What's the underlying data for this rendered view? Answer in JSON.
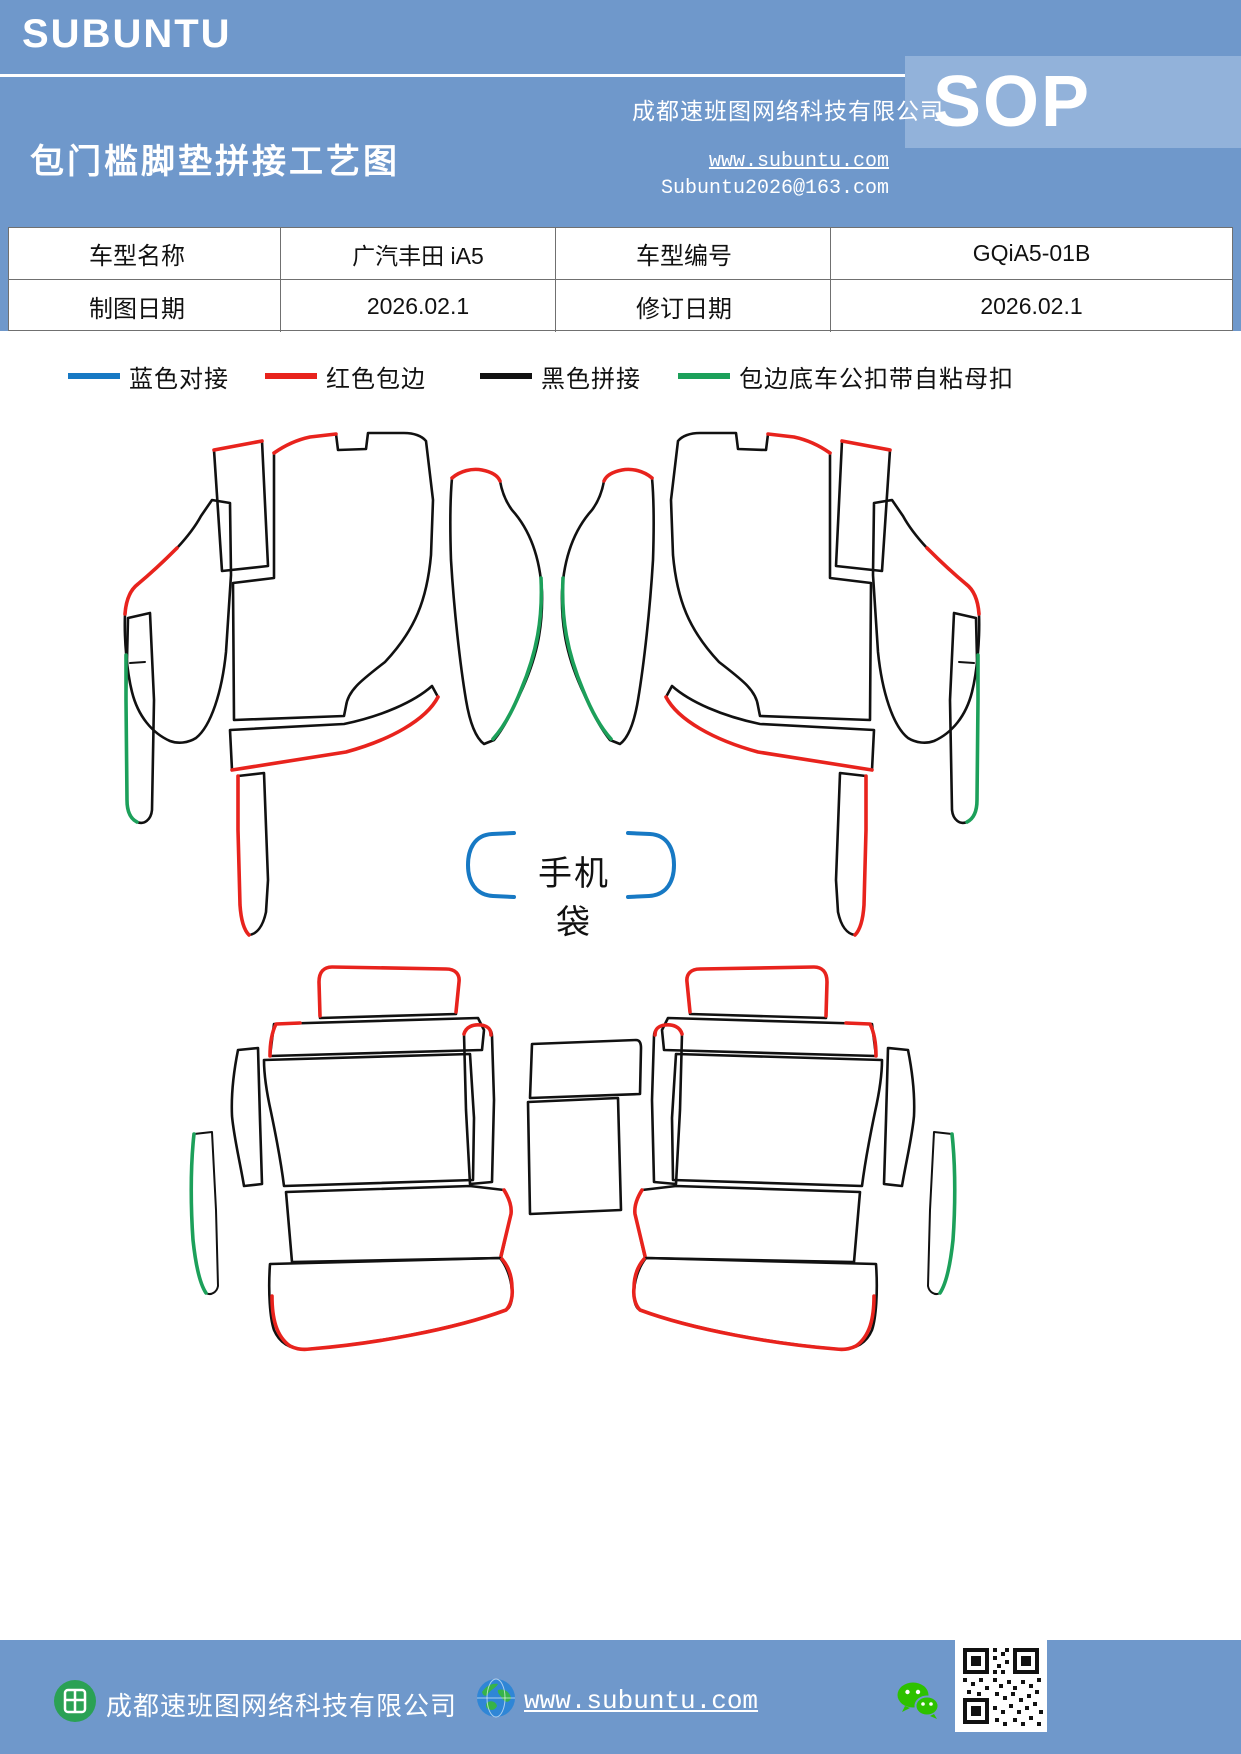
{
  "colors": {
    "header-blue": "#6f98cb",
    "panel-blue": "#92b2da",
    "table-border": "#707070",
    "blue": "#1779c4",
    "red": "#e8231d",
    "black": "#111111",
    "green": "#1ca05a",
    "wechat-green": "#2dc100",
    "icon-green": "#2aa154",
    "globe-blue": "#2f86d6"
  },
  "header": {
    "logo": "SUBUNTU",
    "company": "成都速班图网络科技有限公司",
    "badge": "SOP",
    "title": "包门槛脚垫拼接工艺图",
    "website": "www.subuntu.com",
    "email": "Subuntu2026@163.com"
  },
  "info_table": {
    "rows": [
      {
        "cells": [
          "车型名称",
          "广汽丰田 iA5",
          "车型编号",
          "GQiA5-01B"
        ]
      },
      {
        "cells": [
          "制图日期",
          "2026.02.1",
          "修订日期",
          "2026.02.1"
        ]
      }
    ]
  },
  "legend": {
    "items": [
      {
        "label": "蓝色对接",
        "color": "#1779c4"
      },
      {
        "label": "红色包边",
        "color": "#e8231d"
      },
      {
        "label": "黑色拼接",
        "color": "#111111"
      },
      {
        "label": "包边底车公扣带自粘母扣",
        "color": "#1ca05a"
      }
    ]
  },
  "diagram": {
    "phone_bag_label": "手机袋"
  },
  "footer": {
    "company": "成都速班图网络科技有限公司",
    "website": "www.subuntu.com"
  }
}
